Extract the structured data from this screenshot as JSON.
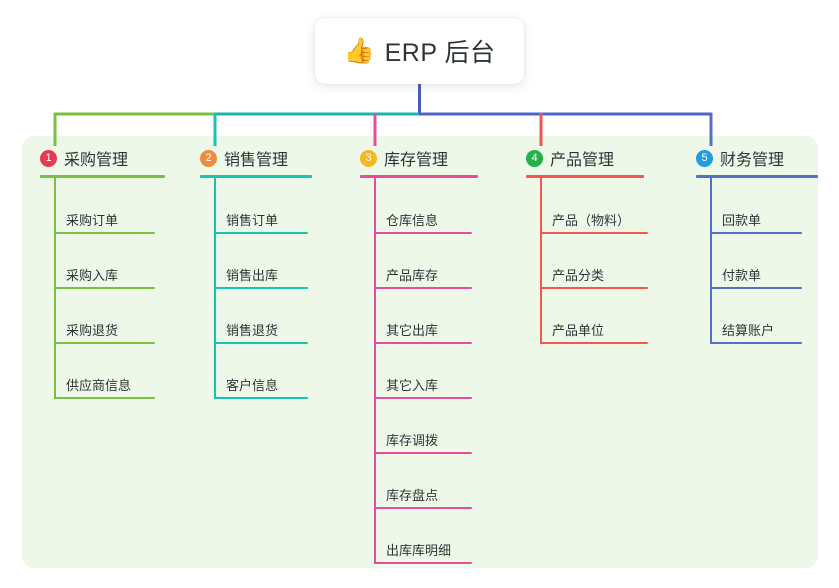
{
  "root": {
    "icon": "thumbs-up-emoji",
    "icon_glyph": "👍",
    "title": "ERP 后台"
  },
  "panel": {
    "background": "#eef8e9"
  },
  "bus": {
    "segments": [
      {
        "name": "bus-green",
        "color": "#7ac143"
      },
      {
        "name": "bus-teal",
        "color": "#19b6a8"
      },
      {
        "name": "bus-indigo",
        "color": "#5163c4"
      }
    ],
    "stem_color": "#4a5bc0"
  },
  "columns": [
    {
      "index": "1",
      "title": "采购管理",
      "badge_color": "#e8394f",
      "line_color": "#7ac143",
      "items": [
        "采购订单",
        "采购入库",
        "采购退货",
        "供应商信息"
      ]
    },
    {
      "index": "2",
      "title": "销售管理",
      "badge_color": "#f08a3c",
      "line_color": "#19c3b2",
      "items": [
        "销售订单",
        "销售出库",
        "销售退货",
        "客户信息"
      ]
    },
    {
      "index": "3",
      "title": "库存管理",
      "badge_color": "#f5b821",
      "line_color": "#ea4c9a",
      "items": [
        "仓库信息",
        "产品库存",
        "其它出库",
        "其它入库",
        "库存调拨",
        "库存盘点",
        "出库库明细"
      ]
    },
    {
      "index": "4",
      "title": "产品管理",
      "badge_color": "#22b14c",
      "line_color": "#f4574f",
      "items": [
        "产品（物料）",
        "产品分类",
        "产品单位"
      ]
    },
    {
      "index": "5",
      "title": "财务管理",
      "badge_color": "#1e9ee0",
      "line_color": "#5470c6",
      "items": [
        "回款单",
        "付款单",
        "结算账户"
      ]
    }
  ]
}
